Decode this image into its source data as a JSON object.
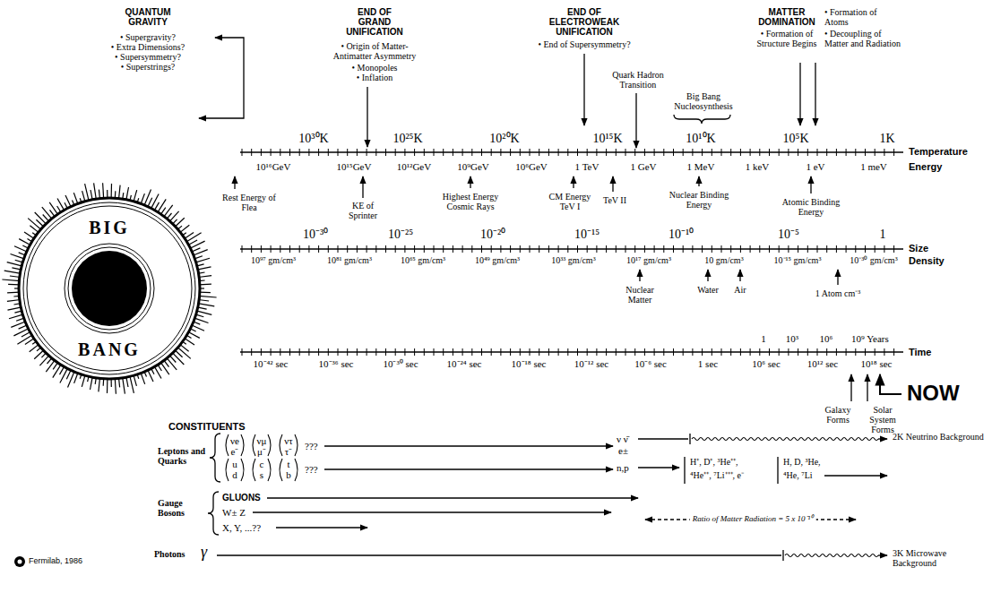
{
  "diagram": {
    "nodes": [
      {
        "text": [
          "BIG",
          "BANG"
        ]
      }
    ],
    "labels": [
      "QUANTUM GRAVITY",
      "• Supergravity?",
      "• Extra Dimensions?",
      "• Supersymmetry?",
      "• Superstrings?",
      "END OF GRAND UNIFICATION",
      "• Origin of Matter-Antimatter Asymmetry",
      "• Monopoles",
      "• Inflation",
      "END OF ELECTROWEAK UNIFICATION",
      "• End of Supersymmetry?",
      "Quark Hadron Transition",
      "Big Bang Nucleosynthesis",
      "MATTER DOMINATION",
      "• Formation of Structure Begins",
      "• Formation of Atoms",
      "• Decoupling of Matter and Radiation",
      "10³⁰K",
      "10²⁵K",
      "10²⁰K",
      "10¹⁵K",
      "10¹⁰K",
      "10⁵K",
      "1K",
      "Temperature",
      "10¹⁶GeV",
      "10¹⁵GeV",
      "10¹²GeV",
      "10⁹GeV",
      "10⁶GeV",
      "1 TeV",
      "1 GeV",
      "1 MeV",
      "1 keV",
      "1 eV",
      "1 meV",
      "Energy",
      "Rest Energy of Flea",
      "KE of Sprinter",
      "Highest Energy Cosmic Rays",
      "CM Energy TeV I",
      "TeV II",
      "Nuclear Binding Energy",
      "Atomic Binding Energy",
      "10⁻³⁰",
      "10⁻²⁵",
      "10⁻²⁰",
      "10⁻¹⁵",
      "10⁻¹⁰",
      "10⁻⁵",
      "1",
      "Size",
      "10⁹⁷ gm/cm³",
      "10⁸¹ gm/cm³",
      "10⁶⁵ gm/cm³",
      "10⁴⁹ gm/cm³",
      "10³³ gm/cm³",
      "10¹⁷ gm/cm³",
      "10 gm/cm³",
      "10⁻¹⁵ gm/cm³",
      "10⁻³⁰ gm/cm³",
      "Density",
      "Nuclear Matter",
      "Water",
      "Air",
      "1 Atom cm⁻³",
      "1",
      "10³",
      "10⁶",
      "10⁹ Years",
      "Time",
      "10⁻⁴² sec",
      "10⁻³⁶ sec",
      "10⁻³⁰ sec",
      "10⁻²⁴ sec",
      "10⁻¹⁸ sec",
      "10⁻¹² sec",
      "10⁻⁶ sec",
      "1 sec",
      "10⁶ sec",
      "10¹² sec",
      "10¹⁸ sec",
      "Galaxy Forms",
      "Solar System Forms",
      "NOW",
      "CONSTITUENTS",
      "Leptons and Quarks",
      "νe",
      "e⁻",
      "νμ",
      "μ⁻",
      "ντ",
      "τ⁻",
      "???",
      "u",
      "d",
      "c",
      "s",
      "t",
      "b",
      "???",
      "ν ν̄",
      "e±",
      "n,p",
      "2K Neutrino Background",
      "H⁺, D⁺, ³He⁺⁺,",
      "⁴He⁺⁺, ⁷Li⁺⁺⁺, e⁻",
      "H, D, ³He,",
      "⁴He, ⁷Li",
      "Gauge Bosons",
      "GLUONS",
      "W± Z",
      "X, Y, ...??",
      "Ratio of Matter Radiation = 5 x 10⁻¹⁰",
      "Photons",
      "γ",
      "3K Microwave Background",
      "Fermilab, 1986"
    ]
  }
}
